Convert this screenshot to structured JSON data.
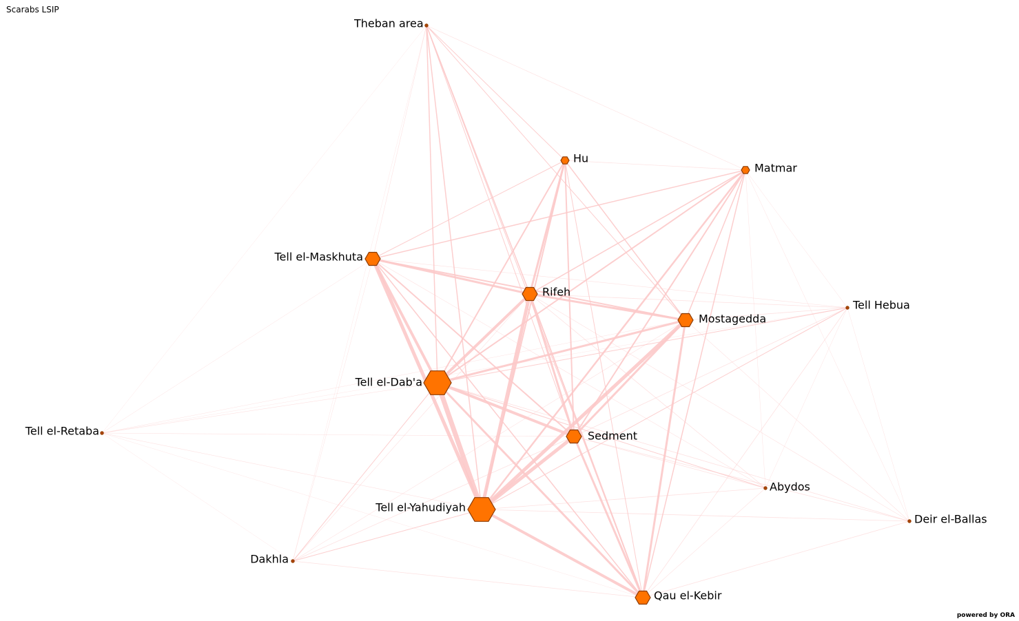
{
  "title": "Scarabs LSIP",
  "footer": "powered by ORA",
  "colors": {
    "edge": "#fcc9c9",
    "node_fill": "#ff7300",
    "node_stroke": "#8a3a00"
  },
  "nodes": [
    {
      "id": "theban",
      "label": "Theban area",
      "size": "tiny"
    },
    {
      "id": "hu",
      "label": "Hu",
      "size": "small"
    },
    {
      "id": "matmar",
      "label": "Matmar",
      "size": "small"
    },
    {
      "id": "maskhuta",
      "label": "Tell el-Maskhuta",
      "size": "medium"
    },
    {
      "id": "rifeh",
      "label": "Rifeh",
      "size": "medium"
    },
    {
      "id": "hebua",
      "label": "Tell Hebua",
      "size": "tiny"
    },
    {
      "id": "mostagedda",
      "label": "Mostagedda",
      "size": "medium"
    },
    {
      "id": "dab",
      "label": "Tell el-Dab'a",
      "size": "large"
    },
    {
      "id": "retaba",
      "label": "Tell el-Retaba",
      "size": "tiny"
    },
    {
      "id": "sedment",
      "label": "Sedment",
      "size": "medium"
    },
    {
      "id": "abydos",
      "label": "Abydos",
      "size": "tiny"
    },
    {
      "id": "yahudiyah",
      "label": "Tell el-Yahudiyah",
      "size": "large"
    },
    {
      "id": "ballas",
      "label": "Deir el-Ballas",
      "size": "tiny"
    },
    {
      "id": "dakhla",
      "label": "Dakhla",
      "size": "tiny"
    },
    {
      "id": "qau",
      "label": "Qau el-Kebir",
      "size": "medium"
    }
  ],
  "edges": [
    [
      "maskhuta",
      "yahudiyah",
      5
    ],
    [
      "maskhuta",
      "dab",
      4
    ],
    [
      "dab",
      "yahudiyah",
      7
    ],
    [
      "rifeh",
      "yahudiyah",
      5
    ],
    [
      "mostagedda",
      "yahudiyah",
      5
    ],
    [
      "sedment",
      "yahudiyah",
      5
    ],
    [
      "yahudiyah",
      "qau",
      4
    ],
    [
      "dab",
      "sedment",
      4
    ],
    [
      "dab",
      "rifeh",
      4
    ],
    [
      "dab",
      "mostagedda",
      3
    ],
    [
      "dab",
      "qau",
      3
    ],
    [
      "maskhuta",
      "rifeh",
      3
    ],
    [
      "maskhuta",
      "mostagedda",
      2
    ],
    [
      "rifeh",
      "mostagedda",
      3
    ],
    [
      "rifeh",
      "sedment",
      3
    ],
    [
      "rifeh",
      "qau",
      2
    ],
    [
      "mostagedda",
      "sedment",
      3
    ],
    [
      "mostagedda",
      "qau",
      3
    ],
    [
      "sedment",
      "qau",
      3
    ],
    [
      "hu",
      "rifeh",
      3
    ],
    [
      "hu",
      "dab",
      2
    ],
    [
      "hu",
      "sedment",
      2
    ],
    [
      "hu",
      "yahudiyah",
      2
    ],
    [
      "hu",
      "mostagedda",
      1.5
    ],
    [
      "hu",
      "maskhuta",
      1
    ],
    [
      "hu",
      "qau",
      1
    ],
    [
      "matmar",
      "yahudiyah",
      2.5
    ],
    [
      "matmar",
      "dab",
      2
    ],
    [
      "matmar",
      "sedment",
      2
    ],
    [
      "matmar",
      "maskhuta",
      1.5
    ],
    [
      "matmar",
      "rifeh",
      1.5
    ],
    [
      "matmar",
      "mostagedda",
      1.5
    ],
    [
      "matmar",
      "qau",
      1.5
    ],
    [
      "matmar",
      "hu",
      0.7
    ],
    [
      "theban",
      "dab",
      1.5
    ],
    [
      "theban",
      "yahudiyah",
      1.5
    ],
    [
      "theban",
      "rifeh",
      1.5
    ],
    [
      "theban",
      "sedment",
      1
    ],
    [
      "theban",
      "mostagedda",
      1
    ],
    [
      "theban",
      "qau",
      1
    ],
    [
      "theban",
      "hu",
      1
    ],
    [
      "theban",
      "maskhuta",
      0.6
    ],
    [
      "theban",
      "matmar",
      0.6
    ],
    [
      "maskhuta",
      "sedment",
      2
    ],
    [
      "maskhuta",
      "qau",
      1.5
    ],
    [
      "hebua",
      "dab",
      1
    ],
    [
      "hebua",
      "yahudiyah",
      1
    ],
    [
      "hebua",
      "rifeh",
      0.8
    ],
    [
      "hebua",
      "sedment",
      0.8
    ],
    [
      "hebua",
      "qau",
      0.8
    ],
    [
      "hebua",
      "mostagedda",
      0.8
    ],
    [
      "hebua",
      "maskhuta",
      0.6
    ],
    [
      "hebua",
      "matmar",
      0.5
    ],
    [
      "hebua",
      "ballas",
      0.5
    ],
    [
      "hebua",
      "abydos",
      0.5
    ],
    [
      "abydos",
      "dab",
      1
    ],
    [
      "abydos",
      "rifeh",
      0.8
    ],
    [
      "abydos",
      "sedment",
      0.8
    ],
    [
      "abydos",
      "yahudiyah",
      0.8
    ],
    [
      "abydos",
      "maskhuta",
      0.6
    ],
    [
      "abydos",
      "matmar",
      0.5
    ],
    [
      "abydos",
      "qau",
      0.6
    ],
    [
      "ballas",
      "dab",
      0.8
    ],
    [
      "ballas",
      "yahudiyah",
      0.8
    ],
    [
      "ballas",
      "sedment",
      0.8
    ],
    [
      "ballas",
      "qau",
      0.8
    ],
    [
      "ballas",
      "mostagedda",
      0.6
    ],
    [
      "ballas",
      "matmar",
      0.5
    ],
    [
      "ballas",
      "rifeh",
      0.6
    ],
    [
      "dakhla",
      "dab",
      1
    ],
    [
      "dakhla",
      "yahudiyah",
      1
    ],
    [
      "dakhla",
      "sedment",
      0.8
    ],
    [
      "dakhla",
      "qau",
      0.8
    ],
    [
      "dakhla",
      "mostagedda",
      0.6
    ],
    [
      "dakhla",
      "rifeh",
      0.6
    ],
    [
      "dakhla",
      "maskhuta",
      0.5
    ],
    [
      "dakhla",
      "theban",
      0.4
    ],
    [
      "retaba",
      "dab",
      0.6
    ],
    [
      "retaba",
      "yahudiyah",
      0.6
    ],
    [
      "retaba",
      "sedment",
      0.6
    ],
    [
      "retaba",
      "maskhuta",
      0.5
    ],
    [
      "retaba",
      "mostagedda",
      0.5
    ],
    [
      "retaba",
      "theban",
      0.4
    ],
    [
      "retaba",
      "qau",
      0.4
    ],
    [
      "retaba",
      "dakhla",
      0.4
    ],
    [
      "retaba",
      "hebua",
      0.4
    ]
  ]
}
